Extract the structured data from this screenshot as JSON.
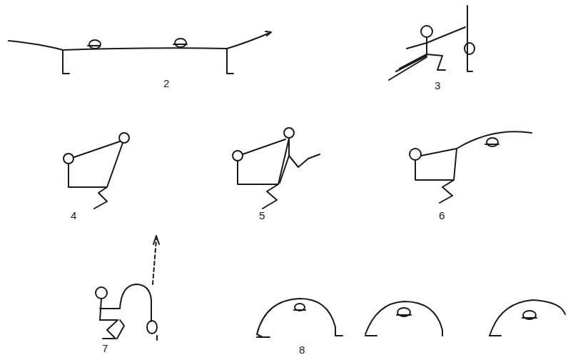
{
  "diagram": {
    "labels": [
      "2",
      "3",
      "4",
      "5",
      "6",
      "7",
      "8"
    ]
  }
}
